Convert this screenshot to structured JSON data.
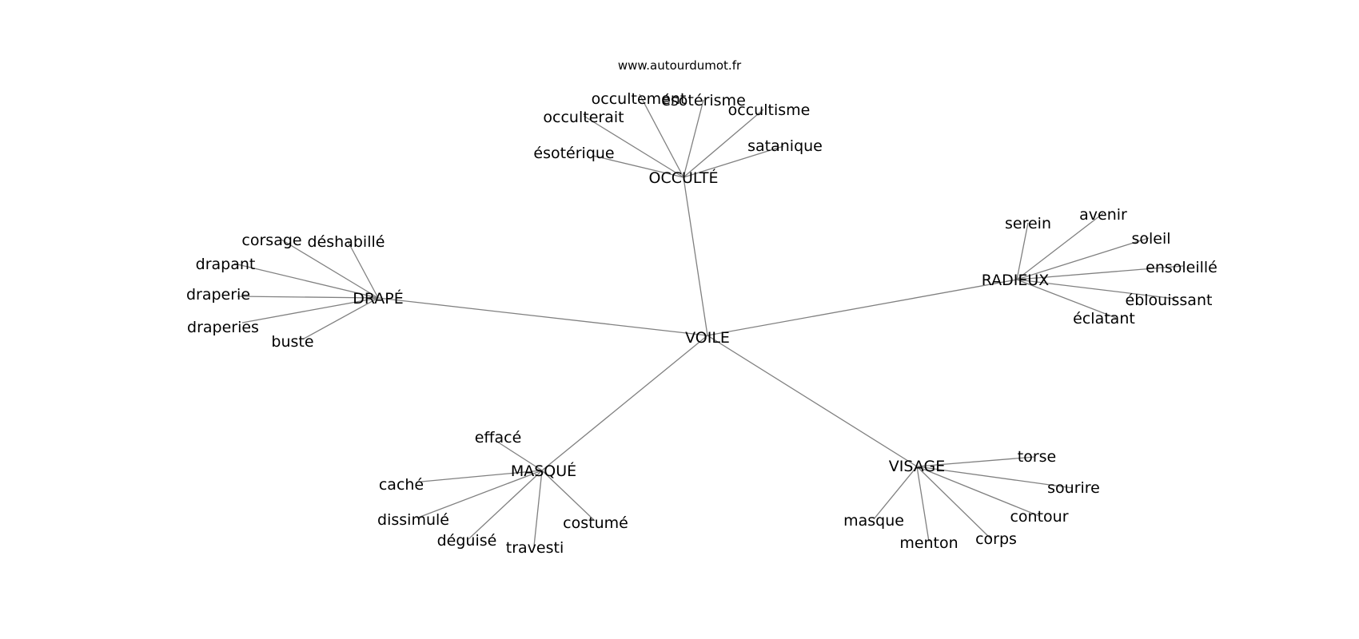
{
  "site_url": "www.autourdumot.fr",
  "center": "VOILE",
  "clusters": [
    {
      "hub": "OCCULTÉ",
      "words": [
        "occultement",
        "ésotérisme",
        "occulterait",
        "occultisme",
        "ésotérique",
        "satanique"
      ]
    },
    {
      "hub": "DRAPÉ",
      "words": [
        "corsage",
        "déshabillé",
        "drapant",
        "draperie",
        "draperies",
        "buste"
      ]
    },
    {
      "hub": "RADIEUX",
      "words": [
        "serein",
        "avenir",
        "soleil",
        "ensoleillé",
        "éblouissant",
        "éclatant"
      ]
    },
    {
      "hub": "MASQUÉ",
      "words": [
        "effacé",
        "caché",
        "dissimulé",
        "déguisé",
        "travesti",
        "costumé"
      ]
    },
    {
      "hub": "VISAGE",
      "words": [
        "torse",
        "sourire",
        "contour",
        "masque",
        "menton",
        "corps"
      ]
    }
  ]
}
